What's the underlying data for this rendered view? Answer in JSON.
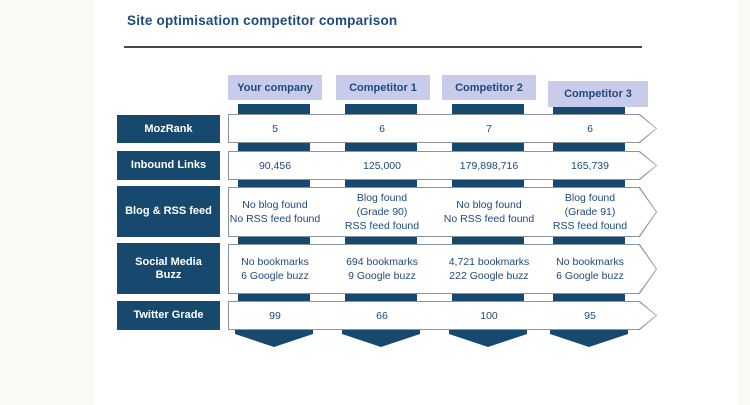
{
  "title": "Site optimisation competitor comparison",
  "columns": [
    {
      "label": "Your company"
    },
    {
      "label": "Competitor 1"
    },
    {
      "label": "Competitor 2"
    },
    {
      "label": "Competitor 3"
    }
  ],
  "rows": [
    {
      "label": "MozRank",
      "cells": [
        "5",
        "6",
        "7",
        "6"
      ]
    },
    {
      "label": "Inbound Links",
      "cells": [
        "90,456",
        "125,000",
        "179,898,716",
        "165,739"
      ]
    },
    {
      "label": "Blog & RSS feed",
      "cells": [
        "No blog found\nNo RSS feed found",
        "Blog found\n(Grade 90)\nRSS feed found",
        "No blog found\nNo RSS feed found",
        "Blog found\n(Grade 91)\nRSS feed found"
      ]
    },
    {
      "label": "Social Media Buzz",
      "cells": [
        "No bookmarks\n6 Google buzz",
        "694 bookmarks\n9 Google buzz",
        "4,721 bookmarks\n222 Google buzz",
        "No bookmarks\n6 Google buzz"
      ]
    },
    {
      "label": "Twitter Grade",
      "cells": [
        "99",
        "66",
        "100",
        "95"
      ]
    }
  ],
  "colors": {
    "accent_navy": "#17496E",
    "header_fill": "#C9CBEB",
    "text_navy": "#1F497D",
    "band_border": "#8A94A0"
  }
}
